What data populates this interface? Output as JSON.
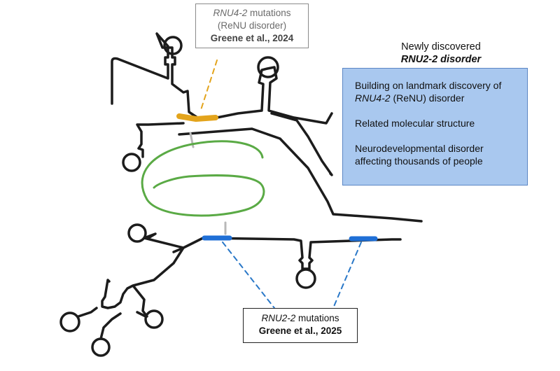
{
  "renu_box": {
    "line1_gene": "RNU4-2",
    "line1_rest": " mutations",
    "line2": "(ReNU disorder)",
    "citation": "Greene et al., 2024"
  },
  "rnu2_box": {
    "line1_gene": "RNU2-2",
    "line1_rest": " mutations",
    "citation": "Greene et al., 2025"
  },
  "heading": {
    "line1": "Newly discovered",
    "line2": "RNU2-2 disorder"
  },
  "panel": {
    "point1_start": "Building on landmark discovery of ",
    "point1_gene": "RNU4-2",
    "point1_end": " (ReNU) disorder",
    "point2": "Related molecular structure",
    "point3": "Neurodevelopmental disorder affecting thousands of people"
  },
  "colors": {
    "backbone": "#1c1c1c",
    "renu_highlight": "#e3a41c",
    "rnu2_highlight": "#1f6fd6",
    "green_strand": "#5aaa45",
    "panel_fill": "#a9c8ef",
    "panel_border": "#5b86c4"
  }
}
